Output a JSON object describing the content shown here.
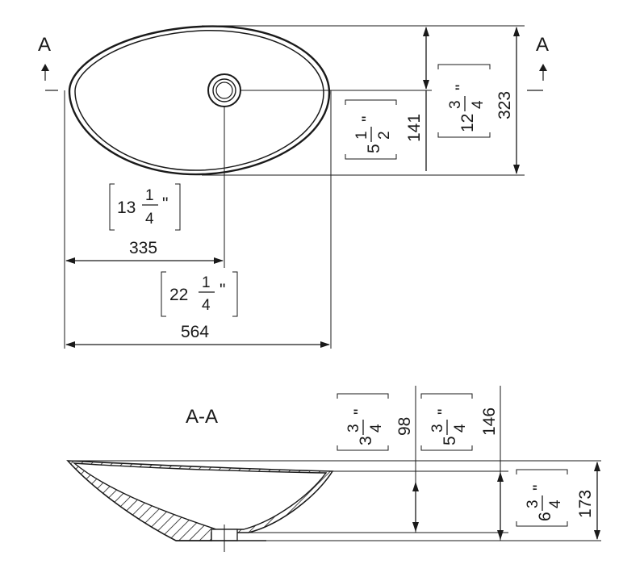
{
  "section_marks": {
    "left": "A",
    "right": "A",
    "section_title": "A-A"
  },
  "top_view": {
    "length_mm": "564",
    "length_in": {
      "whole": "22",
      "num": "1",
      "den": "4",
      "unit": "\""
    },
    "drain_offset_mm": "335",
    "drain_offset_in": {
      "whole": "13",
      "num": "1",
      "den": "4",
      "unit": "\""
    },
    "drain_from_top_mm": "141",
    "drain_from_top_in": {
      "whole": "5",
      "num": "1",
      "den": "2",
      "unit": "\""
    },
    "width_mm": "323",
    "width_in": {
      "whole": "12",
      "num": "3",
      "den": "4",
      "unit": "\""
    }
  },
  "section_view": {
    "inner_depth_mm": "98",
    "inner_depth_in": {
      "whole": "3",
      "num": "3",
      "den": "4",
      "unit": "\""
    },
    "rim_depth_mm": "146",
    "rim_depth_in": {
      "whole": "5",
      "num": "3",
      "den": "4",
      "unit": "\""
    },
    "total_height_mm": "173",
    "total_height_in": {
      "whole": "6",
      "num": "3",
      "den": "4",
      "unit": "\""
    }
  }
}
